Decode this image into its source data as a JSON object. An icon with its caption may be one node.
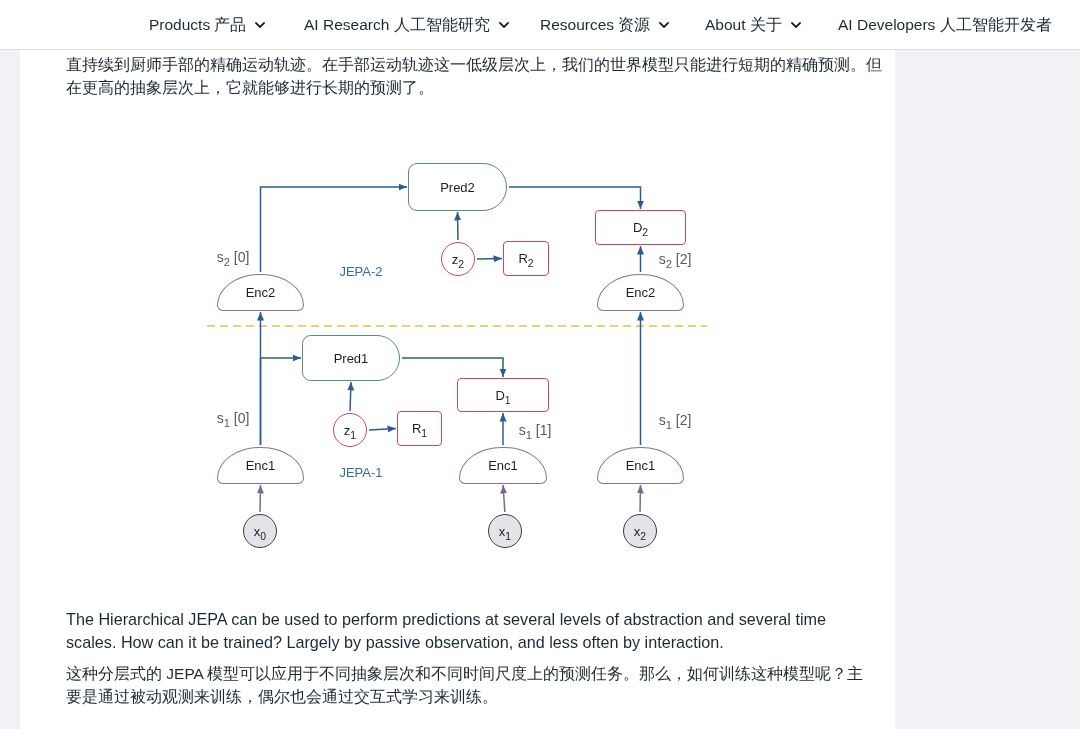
{
  "diagram": {
    "nodes": [
      {
        "text": [
          "Pred2"
        ]
      },
      {
        "text": [
          "D$_{2}$"
        ]
      },
      {
        "text": [
          "z$_{2}$"
        ]
      },
      {
        "text": [
          "R$_{2}$"
        ]
      },
      {
        "text": [
          "Enc2"
        ]
      },
      {
        "text": [
          "Enc2"
        ]
      },
      {
        "text": [
          "Pred1"
        ]
      },
      {
        "text": [
          "D$_{1}$"
        ]
      },
      {
        "text": [
          "z$_{1}$"
        ]
      },
      {
        "text": [
          "R$_{1}$"
        ]
      },
      {
        "text": [
          "Enc1"
        ]
      },
      {
        "text": [
          "Enc1"
        ]
      },
      {
        "text": [
          "Enc1"
        ]
      },
      {
        "text": [
          "x$_{0}$"
        ]
      },
      {
        "text": [
          "x$_{1}$"
        ]
      },
      {
        "text": [
          "x$_{2}$"
        ]
      }
    ],
    "edges": [
      {
        "from": 4,
        "to": 0,
        "arrow": "to",
        "label": "s$_{2}$ [0]"
      },
      {
        "from": 0,
        "to": 1,
        "arrow": "to"
      },
      {
        "from": 2,
        "to": 0,
        "arrow": "to"
      },
      {
        "from": 2,
        "to": 3,
        "arrow": "to"
      },
      {
        "from": 5,
        "to": 1,
        "arrow": "to",
        "label": "s$_{2}$ [2]"
      },
      {
        "from": 10,
        "to": 4,
        "arrow": "to",
        "label": "s$_{1}$ [0]"
      },
      {
        "from": 10,
        "to": 6,
        "arrow": "to"
      },
      {
        "from": 6,
        "to": 7,
        "arrow": "to"
      },
      {
        "from": 8,
        "to": 6,
        "arrow": "to"
      },
      {
        "from": 8,
        "to": 9,
        "arrow": "to"
      },
      {
        "from": 11,
        "to": 7,
        "arrow": "to",
        "label": "s$_{1}$ [1]"
      },
      {
        "from": 12,
        "to": 5,
        "arrow": "to",
        "label": "s$_{1}$ [2]"
      },
      {
        "from": 13,
        "to": 10,
        "arrow": "to",
        "color": "#7b6a8c"
      },
      {
        "from": 14,
        "to": 11,
        "arrow": "to",
        "color": "#7b6a8c"
      },
      {
        "from": 15,
        "to": 12,
        "arrow": "to",
        "color": "#7b6a8c"
      }
    ],
    "labels": [
      "Products 产品",
      "AI Research 人工智能研究",
      "Resources 资源",
      "About 关于",
      "AI Developers 人工智能开发者",
      "直持续到厨师手部的精确运动轨迹。在手部运动轨迹这一低级层次上，我们的世界模型只能进行短期的精确预测。但在更高的抽象层次上，它就能够进行长期的预测了。",
      "JEPA-2",
      "JEPA-1",
      "The Hierarchical JEPA can be used to perform predictions at several levels of abstraction and several time scales. How can it be trained? Largely by passive observation, and less often by interaction.",
      "这种分层式的 JEPA 模型可以应用于不同抽象层次和不同时间尺度上的预测任务。那么，如何训练这种模型呢？主要是通过被动观测来训练，偶尔也会通过交互式学习来训练。"
    ]
  }
}
